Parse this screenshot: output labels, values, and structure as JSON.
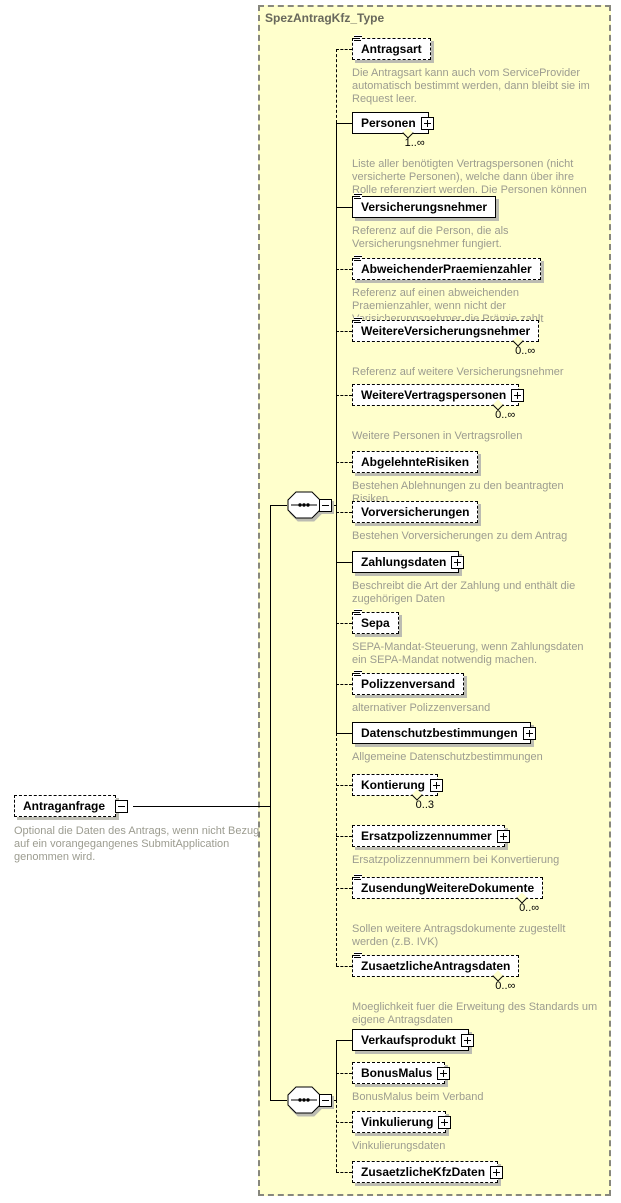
{
  "container": {
    "title": "SpezAntragKfz_Type"
  },
  "root": {
    "name": "Antraganfrage",
    "description": "Optional die Daten des Antrags, wenn nicht Bezug auf ein vorangegangenes SubmitApplication genommen wird."
  },
  "groups": [
    {
      "compositor": "sequence",
      "elements": [
        {
          "name": "Antragsart",
          "optional": true,
          "multiple": false,
          "expandable": false,
          "attributes": true,
          "occurs": "",
          "description": "Die Antragsart kann auch vom ServiceProvider automatisch bestimmt werden, dann bleibt sie im Request leer."
        },
        {
          "name": "Personen",
          "optional": false,
          "multiple": true,
          "expandable": true,
          "attributes": false,
          "occurs": "1..∞",
          "description": "Liste aller benötigten Vertragspersonen (nicht versicherte Personen), welche dann über ihre Rolle referenziert werden. Die Personen können eine Adresse enthalten."
        },
        {
          "name": "Versicherungsnehmer",
          "optional": false,
          "multiple": false,
          "expandable": false,
          "attributes": true,
          "occurs": "",
          "description": "Referenz auf die Person, die als Versicherungsnehmer fungiert."
        },
        {
          "name": "AbweichenderPraemienzahler",
          "optional": true,
          "multiple": false,
          "expandable": false,
          "attributes": true,
          "occurs": "",
          "description": "Referenz auf einen abweichenden Praemienzahler, wenn nicht der Verisicherungsnehmer die Prämie zahlt"
        },
        {
          "name": "WeitereVersicherungsnehmer",
          "optional": true,
          "multiple": true,
          "expandable": false,
          "attributes": true,
          "occurs": "0..∞",
          "description": "Referenz auf weitere Versicherungsnehmer"
        },
        {
          "name": "WeitereVertragspersonen",
          "optional": true,
          "multiple": true,
          "expandable": true,
          "attributes": false,
          "occurs": "0..∞",
          "description": "Weitere Personen in Vertragsrollen"
        },
        {
          "name": "AbgelehnteRisiken",
          "optional": true,
          "multiple": false,
          "expandable": false,
          "attributes": false,
          "occurs": "",
          "description": "Bestehen Ablehnungen zu den beantragten Risiken"
        },
        {
          "name": "Vorversicherungen",
          "optional": true,
          "multiple": false,
          "expandable": false,
          "attributes": false,
          "occurs": "",
          "description": "Bestehen Vorversicherungen zu dem Antrag"
        },
        {
          "name": "Zahlungsdaten",
          "optional": false,
          "multiple": false,
          "expandable": true,
          "attributes": false,
          "occurs": "",
          "description": "Beschreibt die Art der Zahlung und enthält die zugehörigen Daten"
        },
        {
          "name": "Sepa",
          "optional": true,
          "multiple": false,
          "expandable": false,
          "attributes": true,
          "occurs": "",
          "description": "SEPA-Mandat-Steuerung, wenn Zahlungsdaten ein SEPA-Mandat notwendig machen."
        },
        {
          "name": "Polizzenversand",
          "optional": true,
          "multiple": false,
          "expandable": false,
          "attributes": true,
          "occurs": "",
          "description": "alternativer Polizzenversand"
        },
        {
          "name": "Datenschutzbestimmungen",
          "optional": false,
          "multiple": false,
          "expandable": true,
          "attributes": false,
          "occurs": "",
          "description": "Allgemeine Datenschutzbestimmungen"
        },
        {
          "name": "Kontierung",
          "optional": true,
          "multiple": true,
          "expandable": true,
          "attributes": false,
          "occurs": "0..3",
          "description": ""
        },
        {
          "name": "Ersatzpolizzennummer",
          "optional": true,
          "multiple": false,
          "expandable": true,
          "attributes": false,
          "occurs": "",
          "description": "Ersatzpolizzennummern bei Konvertierung"
        },
        {
          "name": "ZusendungWeitereDokumente",
          "optional": true,
          "multiple": true,
          "expandable": false,
          "attributes": true,
          "occurs": "0..∞",
          "description": "Sollen weitere Antragsdokumente zugestellt werden (z.B. IVK)"
        },
        {
          "name": "ZusaetzlicheAntragsdaten",
          "optional": true,
          "multiple": true,
          "expandable": false,
          "attributes": true,
          "occurs": "0..∞",
          "description": "Moeglichkeit fuer die Erweitung des Standards um eigene Antragsdaten"
        }
      ]
    },
    {
      "compositor": "sequence",
      "elements": [
        {
          "name": "Verkaufsprodukt",
          "optional": false,
          "multiple": false,
          "expandable": true,
          "attributes": false,
          "occurs": "",
          "description": ""
        },
        {
          "name": "BonusMalus",
          "optional": true,
          "multiple": false,
          "expandable": true,
          "attributes": false,
          "occurs": "",
          "description": "BonusMalus beim Verband"
        },
        {
          "name": "Vinkulierung",
          "optional": true,
          "multiple": false,
          "expandable": true,
          "attributes": false,
          "occurs": "",
          "description": "Vinkulierungsdaten"
        },
        {
          "name": "ZusaetzlicheKfzDaten",
          "optional": true,
          "multiple": false,
          "expandable": true,
          "attributes": false,
          "occurs": "",
          "description": ""
        }
      ]
    }
  ]
}
